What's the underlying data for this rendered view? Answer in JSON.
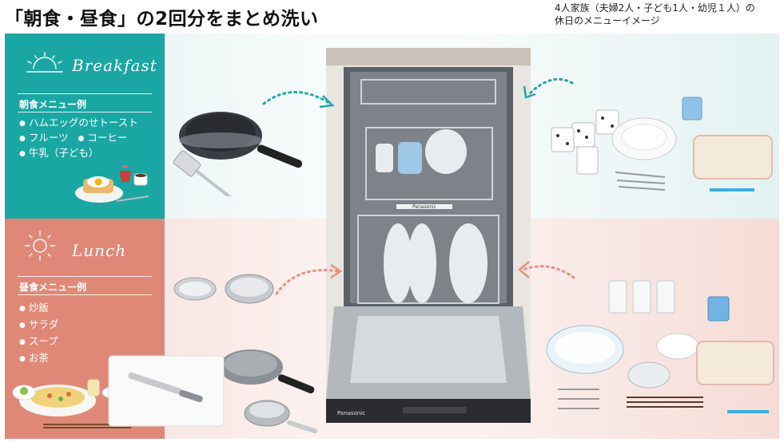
{
  "header": {
    "title": "「朝食・昼食」の2回分をまとめ洗い",
    "note_line1": "4人家族（夫婦2人・子ども1人・幼児１人）の",
    "note_line2": "休日のメニューイメージ"
  },
  "breakfast": {
    "heading": "Breakfast",
    "menu_title": "朝食メニュー例",
    "items": [
      "ハムエッグのせトースト",
      "フルーツ",
      "コーヒー",
      "牛乳（子ども）"
    ]
  },
  "lunch": {
    "heading": "Lunch",
    "menu_title": "昼食メニュー例",
    "items": [
      "炒飯",
      "サラダ",
      "スープ",
      "お茶"
    ]
  },
  "dishwasher": {
    "brand": "Panasonic"
  },
  "colors": {
    "breakfast_panel": "#1aa7a4",
    "lunch_panel": "#e08878",
    "breakfast_arrow": "#1fa9a6",
    "lunch_arrow": "#e8907f"
  }
}
